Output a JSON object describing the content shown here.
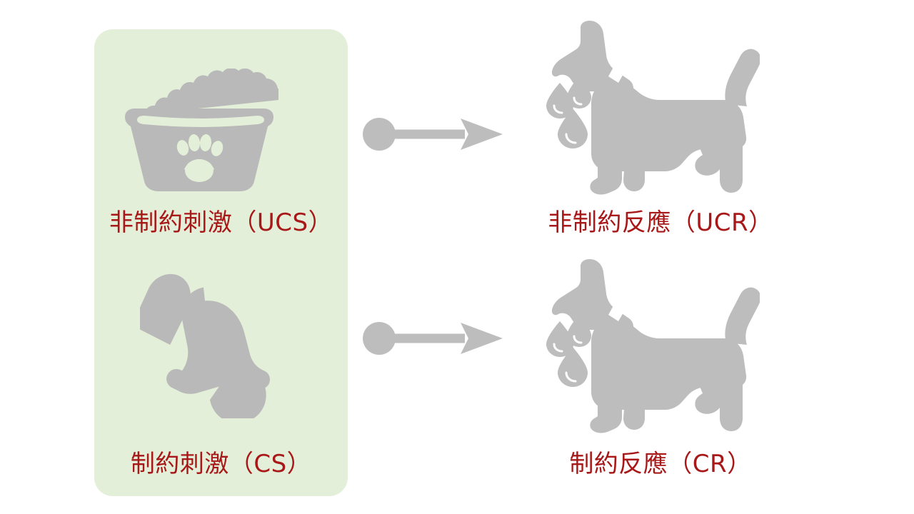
{
  "diagram": {
    "title": "Classical conditioning (Pavlov) diagram",
    "background_color": "#ffffff",
    "panel_color": "#e3efd8",
    "icon_color": "#b9b9b9",
    "arrow_color": "#bdbdbd",
    "label_color": "#a81818"
  },
  "panel": {
    "name": "stimulus-highlight-panel"
  },
  "rows": [
    {
      "stimulus_icon": "dog-food-bowl-icon",
      "stimulus_label": "非制約刺激（UCS）",
      "arrow_icon": "arrow-right-with-dot-icon",
      "response_icon": "salivating-dog-icon",
      "response_label": "非制約反應（UCR）"
    },
    {
      "stimulus_icon": "hand-bell-icon",
      "stimulus_label": "制約刺激（CS）",
      "arrow_icon": "arrow-right-with-dot-icon",
      "response_icon": "salivating-dog-icon",
      "response_label": "制約反應（CR）"
    }
  ],
  "labels": {
    "ucs": "非制約刺激（UCS）",
    "ucr": "非制約反應（UCR）",
    "cs": "制約刺激（CS）",
    "cr": "制約反應（CR）"
  }
}
